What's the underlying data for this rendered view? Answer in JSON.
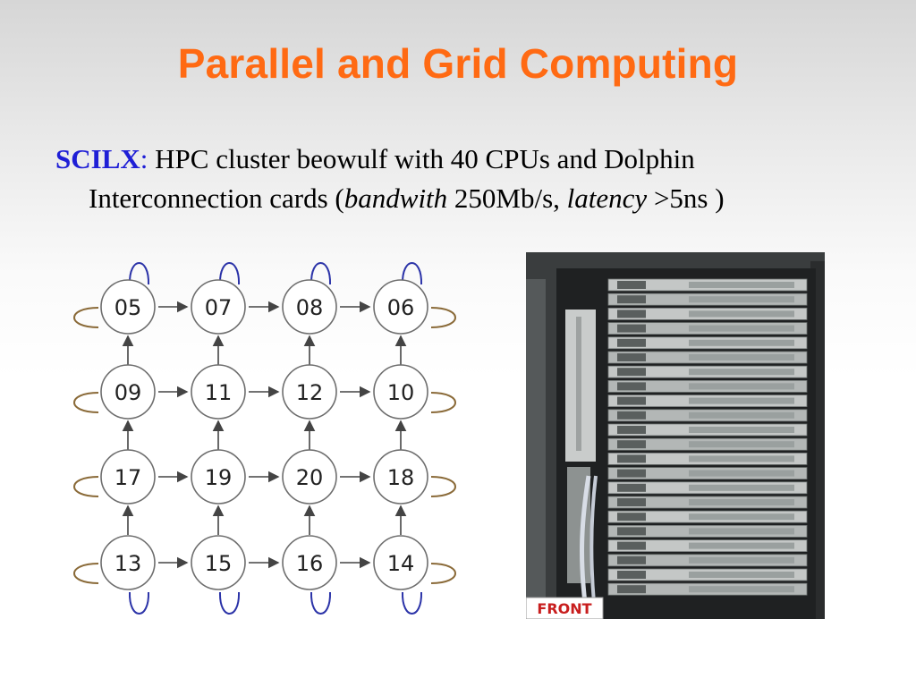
{
  "slide": {
    "title": "Parallel and Grid Computing",
    "bullet": {
      "lead": "SCILX",
      "colon": ":",
      "line1_rest": " HPC cluster beowulf with 40 CPUs and Dolphin",
      "line2_a": "Interconnection cards (",
      "bandwidth_label": "bandwith",
      "bandwidth_value": " 250Mb/s, ",
      "latency_label": "latency",
      "latency_value": " >5ns )"
    }
  },
  "topology": {
    "rows": [
      [
        "05",
        "07",
        "08",
        "06"
      ],
      [
        "09",
        "11",
        "12",
        "10"
      ],
      [
        "17",
        "19",
        "20",
        "18"
      ],
      [
        "13",
        "15",
        "16",
        "14"
      ]
    ],
    "colors": {
      "node_stroke": "#6e6e6e",
      "arrow": "#444444",
      "loop_blue": "#2b33a8",
      "loop_brown": "#8a6a38"
    }
  },
  "photo": {
    "caption": "FRONT",
    "colors": {
      "caption_text": "#c81e1e",
      "rack_frame": "#3a3d3e",
      "panel": "#b9bcbc"
    }
  }
}
